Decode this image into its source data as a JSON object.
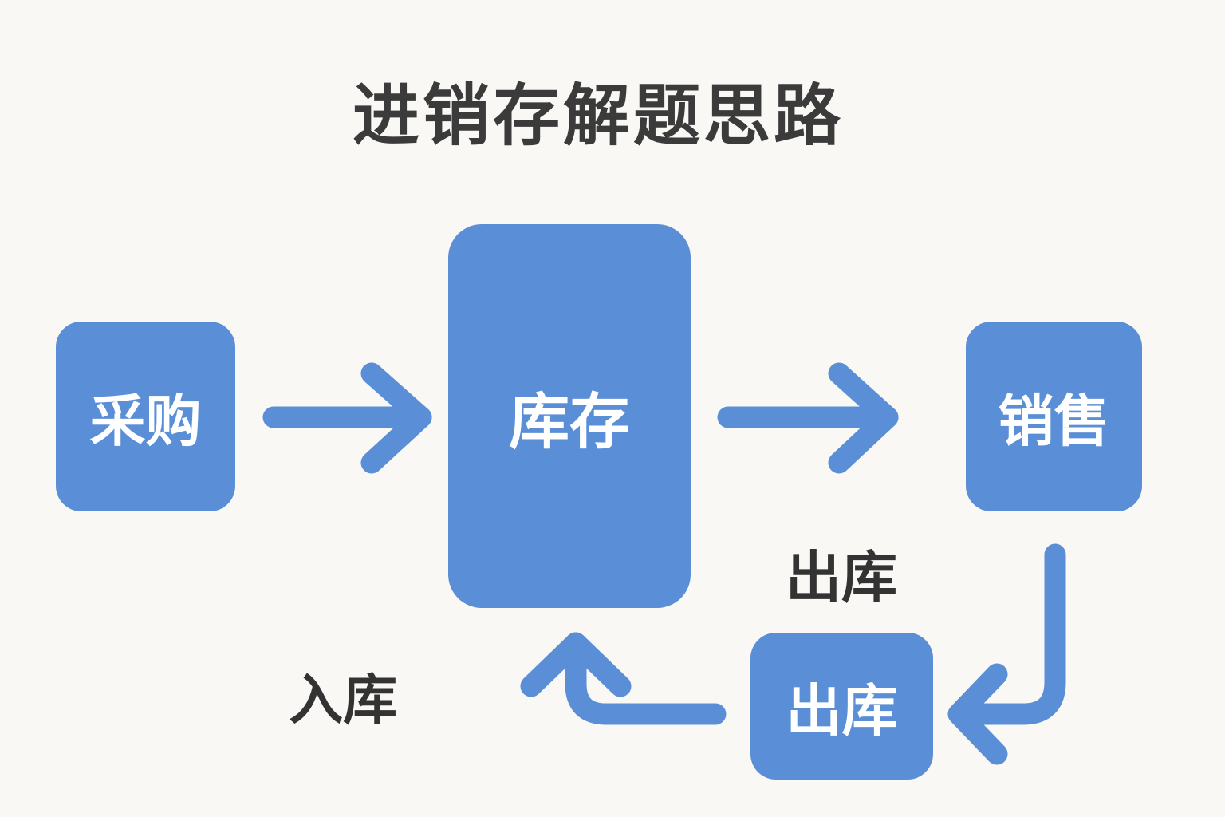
{
  "title": "进销存解题思路",
  "nodes": {
    "purchase": "采购",
    "inventory": "库存",
    "sales": "销售",
    "outbound": "出库"
  },
  "labels": {
    "outbound": "出库",
    "inbound": "入库"
  },
  "colors": {
    "accent": "#5a8fd8",
    "background": "#f9f8f4",
    "text": "#3b3b3b"
  }
}
